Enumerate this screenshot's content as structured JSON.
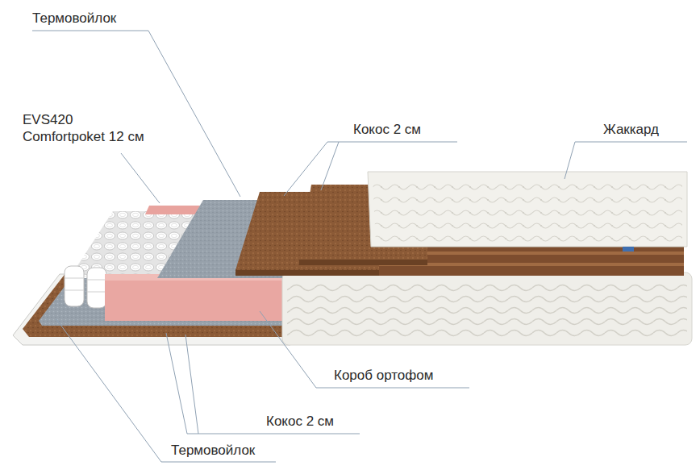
{
  "diagram": {
    "labels": [
      "Термовойлок",
      "EVS420 Comfortpoket 12 см",
      "Кокос 2 см",
      "Жаккард",
      "Короб ортофом",
      "Кокос 2 см",
      "Термовойлок"
    ]
  }
}
